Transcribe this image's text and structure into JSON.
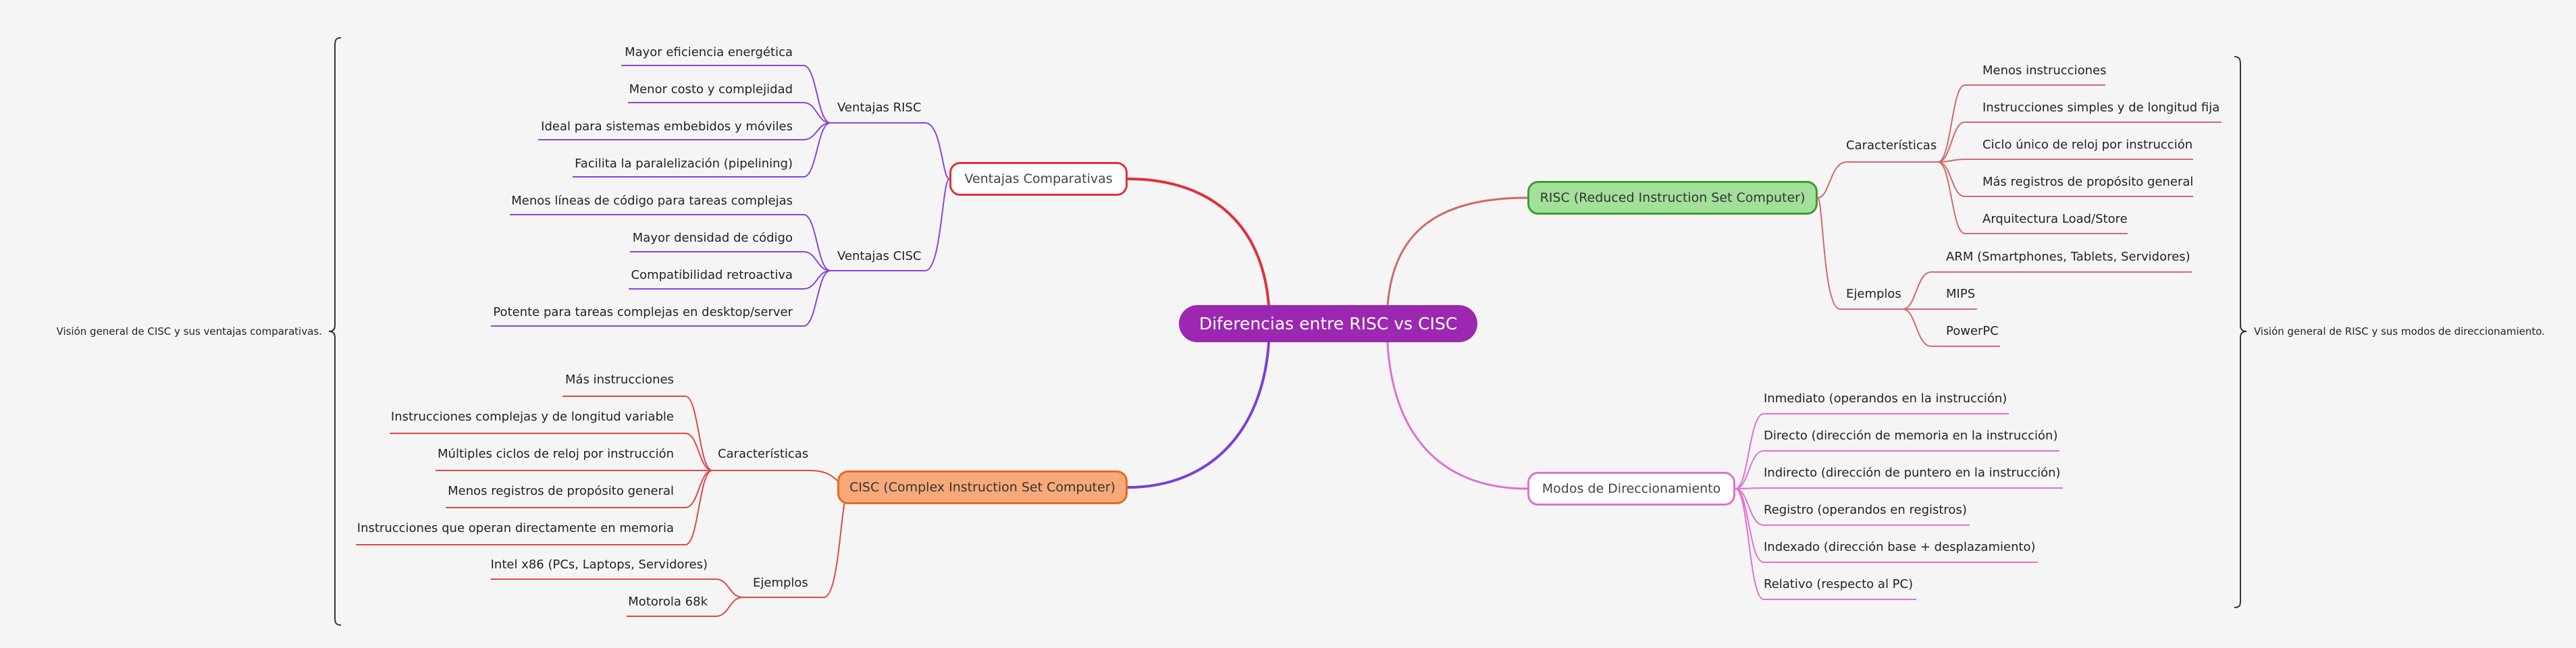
{
  "center": "Diferencias entre RISC vs CISC",
  "ventajas": {
    "title": "Ventajas Comparativas",
    "risc": {
      "label": "Ventajas RISC",
      "items": [
        "Mayor eficiencia energética",
        "Menor costo y complejidad",
        "Ideal para sistemas embebidos y móviles",
        "Facilita la paralelización (pipelining)"
      ]
    },
    "cisc": {
      "label": "Ventajas CISC",
      "items": [
        "Menos líneas de código para tareas complejas",
        "Mayor densidad de código",
        "Compatibilidad retroactiva",
        "Potente para tareas complejas en desktop/server"
      ]
    }
  },
  "cisc": {
    "title": "CISC (Complex Instruction Set Computer)",
    "caracteristicas": {
      "label": "Características",
      "items": [
        "Más instrucciones",
        "Instrucciones complejas y de longitud variable",
        "Múltiples ciclos de reloj por instrucción",
        "Menos registros de propósito general",
        "Instrucciones que operan directamente en memoria"
      ]
    },
    "ejemplos": {
      "label": "Ejemplos",
      "items": [
        "Intel x86 (PCs, Laptops, Servidores)",
        "Motorola 68k"
      ]
    }
  },
  "risc": {
    "title": "RISC (Reduced Instruction Set Computer)",
    "caracteristicas": {
      "label": "Características",
      "items": [
        "Menos instrucciones",
        "Instrucciones simples y de longitud fija",
        "Ciclo único de reloj por instrucción",
        "Más registros de propósito general",
        "Arquitectura Load/Store"
      ]
    },
    "ejemplos": {
      "label": "Ejemplos",
      "items": [
        "ARM (Smartphones, Tablets, Servidores)",
        "MIPS",
        "PowerPC"
      ]
    }
  },
  "modos": {
    "title": "Modos de Direccionamiento",
    "items": [
      "Inmediato (operandos en la instrucción)",
      "Directo (dirección de memoria en la instrucción)",
      "Indirecto (dirección de puntero en la instrucción)",
      "Registro (operandos en registros)",
      "Indexado (dirección base + desplazamiento)",
      "Relativo (respecto al PC)"
    ]
  },
  "summaries": {
    "left": "Visión general de CISC y sus ventajas comparativas.",
    "right": "Visión general de RISC y sus modos de direccionamiento."
  },
  "colors": {
    "center": "#9c27b0",
    "ventajas_edge": "#e0303c",
    "ventajas_children": "#8e44d6",
    "cisc_edge": "#7b3fd6",
    "cisc_children": "#e04848",
    "risc_edge": "#d06a6a",
    "risc_children": "#d06a6a",
    "modos_edge": "#e070d0",
    "modos_children": "#e070d0",
    "bracket": "#333333"
  }
}
